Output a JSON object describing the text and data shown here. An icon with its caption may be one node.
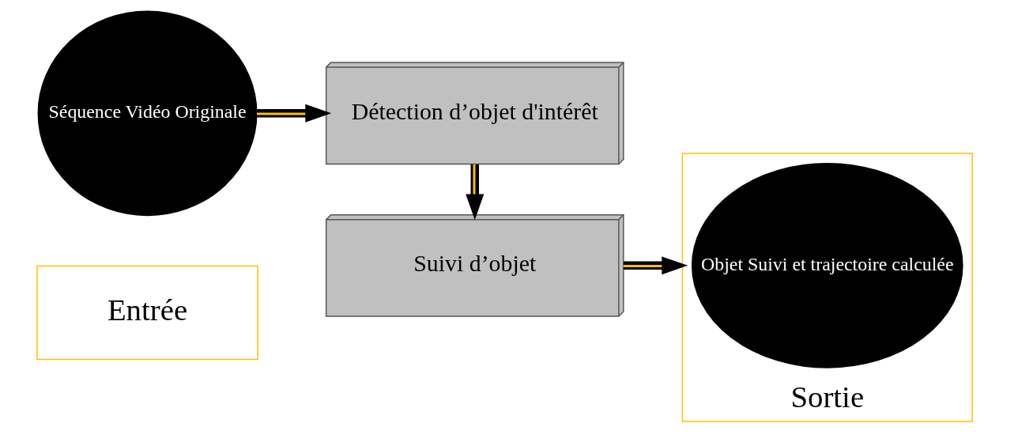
{
  "diagram": {
    "nodes": [
      {
        "text": [
          "Séquence Vidéo Originale"
        ]
      },
      {
        "text": [
          "Entrée"
        ]
      },
      {
        "text": [
          "Détection d’objet d'intérêt"
        ]
      },
      {
        "text": [
          "Suivi d’objet"
        ]
      },
      {
        "text": [
          "Sortie"
        ]
      },
      {
        "text": [
          "Objet Suivi et trajectoire calculée"
        ],
        "in": 4
      }
    ],
    "edges": [
      {
        "from": 0,
        "to": 2,
        "arrow": "to"
      },
      {
        "from": 2,
        "to": 3,
        "arrow": "to"
      },
      {
        "from": 3,
        "to": 4,
        "arrow": "to"
      }
    ]
  }
}
